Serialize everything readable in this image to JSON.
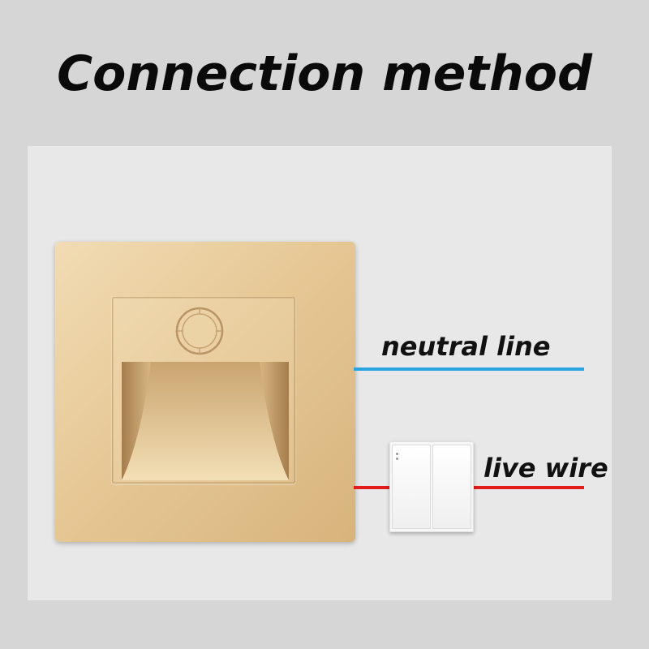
{
  "title": "Connection method",
  "labels": {
    "neutral": "neutral line",
    "live": "live wire"
  },
  "colors": {
    "neutral_wire": "#2aa4e0",
    "live_wire": "#e21b1b",
    "plate_gold": "#e6c896",
    "background": "#d6d6d6",
    "panel": "#e8e8e8"
  },
  "icons": {
    "sensor": "motion-sensor-icon",
    "switch": "wall-switch-icon"
  }
}
